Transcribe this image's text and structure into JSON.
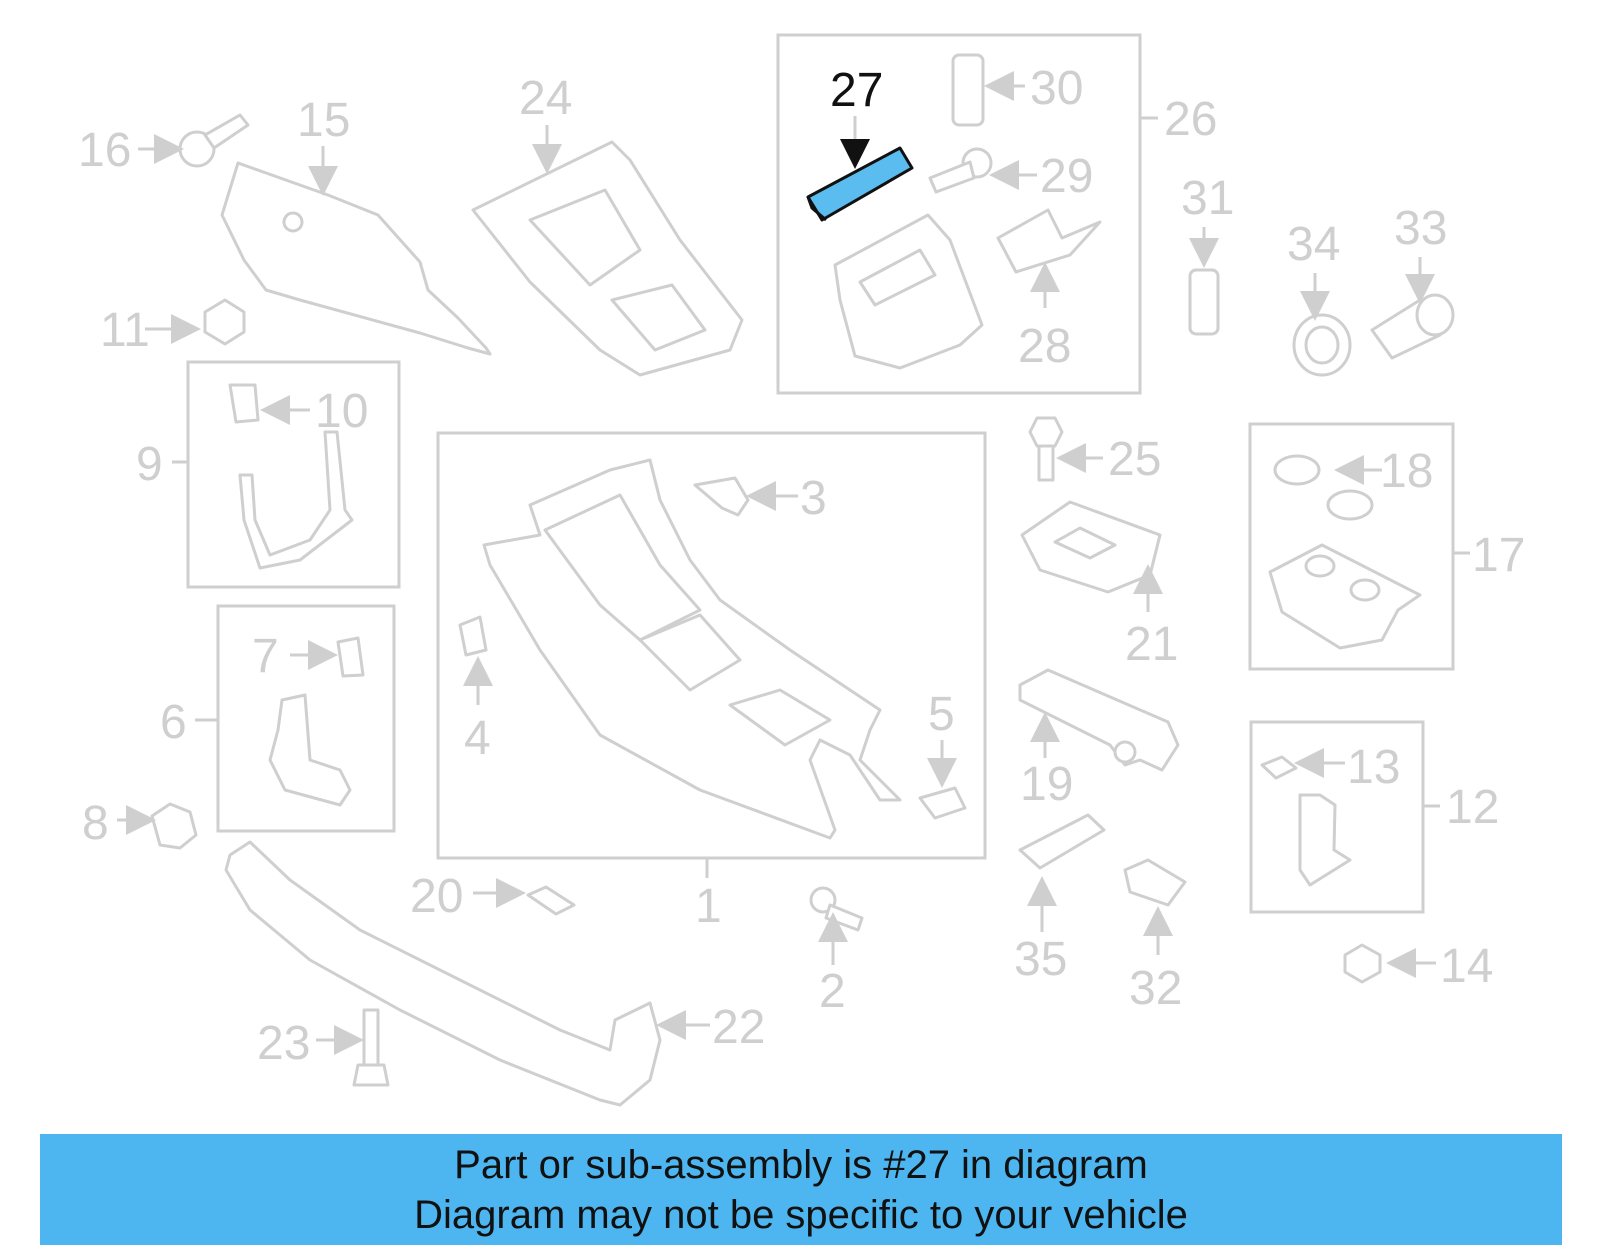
{
  "colors": {
    "highlight": "#5bbcf0",
    "banner": "#4db6f0",
    "faded": "#cfcfcf",
    "text": "#111111"
  },
  "banner": {
    "line1": "Part or sub-assembly is #27 in diagram",
    "line2": "Diagram may not be specific to your vehicle"
  },
  "highlighted_part": "27",
  "callouts": [
    "1",
    "2",
    "3",
    "4",
    "5",
    "6",
    "7",
    "8",
    "9",
    "10",
    "11",
    "12",
    "13",
    "14",
    "15",
    "16",
    "17",
    "18",
    "19",
    "20",
    "21",
    "22",
    "23",
    "24",
    "25",
    "26",
    "27",
    "28",
    "29",
    "30",
    "31",
    "32",
    "33",
    "34",
    "35"
  ]
}
